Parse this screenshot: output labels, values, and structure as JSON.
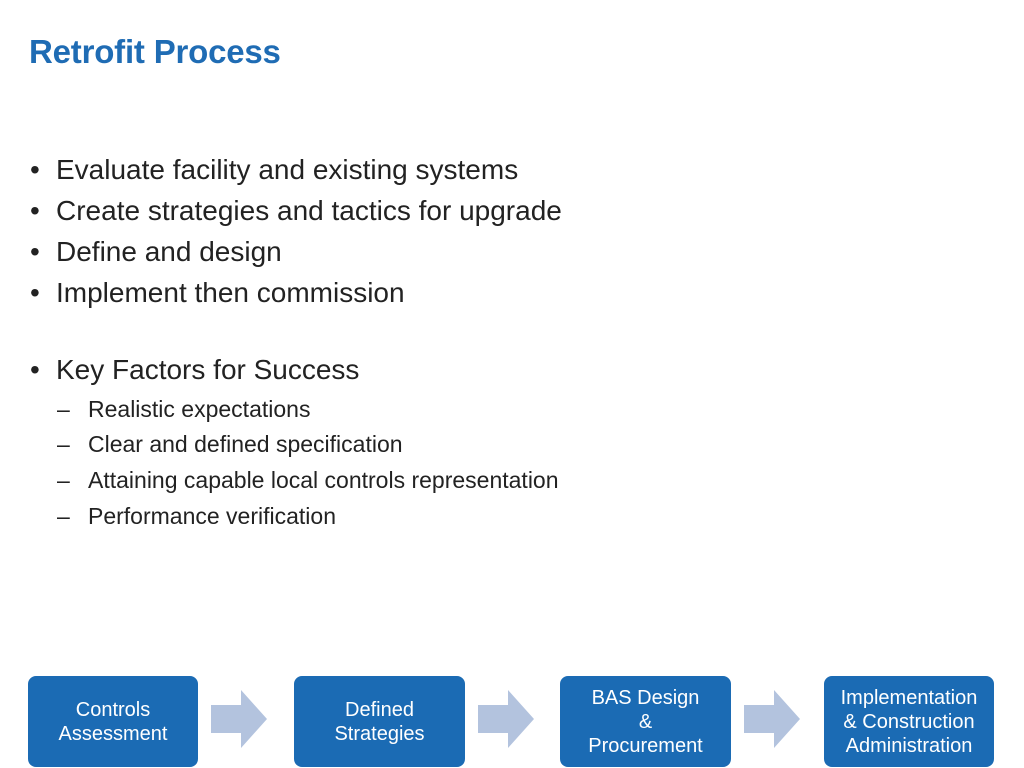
{
  "title": "Retrofit Process",
  "bullets": [
    "Evaluate facility and existing systems",
    "Create strategies and tactics for upgrade",
    "Define and design",
    "Implement then commission",
    "Key Factors for Success"
  ],
  "sub_bullets": [
    "Realistic expectations",
    "Clear and defined specification",
    "Attaining capable local controls representation",
    "Performance verification"
  ],
  "bullet_mark": "•",
  "sub_mark": "–",
  "flow": [
    {
      "lines": [
        "Controls",
        "Assessment"
      ]
    },
    {
      "lines": [
        "Defined",
        "Strategies"
      ]
    },
    {
      "lines": [
        "BAS Design",
        "&",
        "Procurement"
      ]
    },
    {
      "lines": [
        "Implementation",
        "& Construction",
        "Administration"
      ]
    }
  ],
  "colors": {
    "title": "#1f6cb4",
    "box": "#1b6bb4",
    "arrow": "#b3c3de"
  }
}
